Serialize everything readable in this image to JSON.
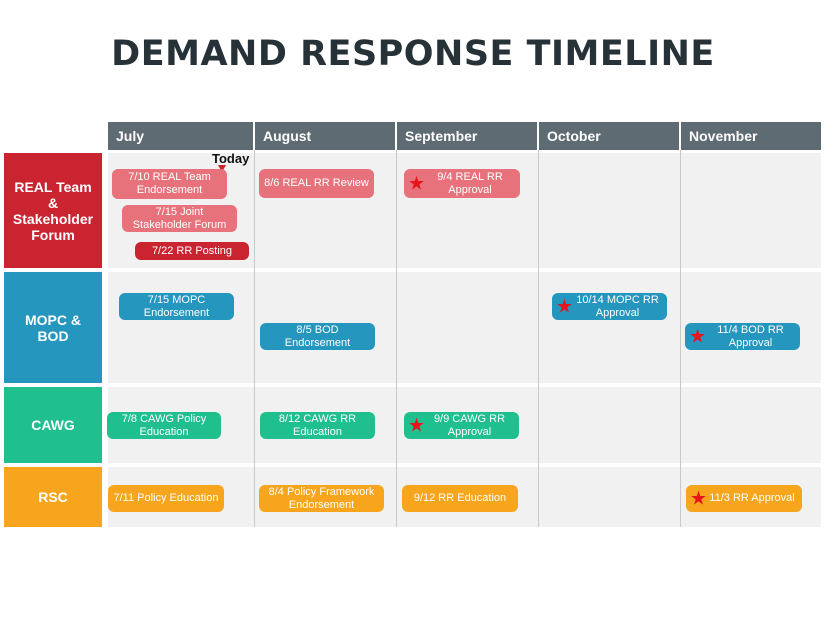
{
  "title": "DEMAND RESPONSE TIMELINE",
  "months": [
    "July",
    "August",
    "September",
    "October",
    "November"
  ],
  "today_label": "Today",
  "rows": [
    {
      "label": "REAL Team & Stakeholder Forum",
      "color": "#cb2431",
      "event_color": "#e8727b"
    },
    {
      "label": "MOPC & BOD",
      "color": "#2596be",
      "event_color": "#2596be"
    },
    {
      "label": "CAWG",
      "color": "#20bf8e",
      "event_color": "#20bf8e"
    },
    {
      "label": "RSC",
      "color": "#f7a51c",
      "event_color": "#f7a51c"
    }
  ],
  "events": [
    {
      "text": "7/10 REAL Team Endorsement",
      "star": false
    },
    {
      "text": "7/15 Joint Stakeholder Forum",
      "star": false
    },
    {
      "text": "7/22 RR Posting",
      "star": false,
      "color": "#cb2431"
    },
    {
      "text": "8/6 REAL RR Review",
      "star": false
    },
    {
      "text": "9/4 REAL RR Approval",
      "star": true
    },
    {
      "text": "7/15 MOPC Endorsement",
      "star": false
    },
    {
      "text": "8/5 BOD Endorsement",
      "star": false
    },
    {
      "text": "10/14 MOPC RR Approval",
      "star": true
    },
    {
      "text": "11/4 BOD RR Approval",
      "star": true
    },
    {
      "text": "7/8 CAWG Policy Education",
      "star": false
    },
    {
      "text": "8/12 CAWG RR Education",
      "star": false
    },
    {
      "text": "9/9 CAWG RR Approval",
      "star": true
    },
    {
      "text": "7/11 Policy Education",
      "star": false
    },
    {
      "text": "8/4 Policy Framework Endorsement",
      "star": false
    },
    {
      "text": "9/12 RR Education",
      "star": false
    },
    {
      "text": "11/3 RR Approval",
      "star": true
    }
  ],
  "star_icon": "star-icon",
  "star_color": "#e8141b"
}
